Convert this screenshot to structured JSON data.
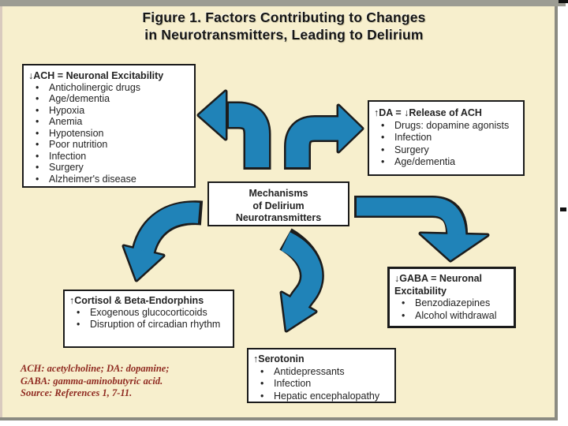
{
  "title": {
    "line1": "Figure 1. Factors Contributing to Changes",
    "line2": "in Neurotransmitters, Leading to Delirium"
  },
  "boxes": {
    "ach": {
      "header": "↓ACH = Neuronal Excitability",
      "items": [
        "Anticholinergic drugs",
        "Age/dementia",
        "Hypoxia",
        "Anemia",
        "Hypotension",
        "Poor nutrition",
        "Infection",
        "Surgery",
        "Alzheimer's disease"
      ]
    },
    "da": {
      "header": "↑DA = ↓Release of ACH",
      "items": [
        "Drugs: dopamine agonists",
        "Infection",
        "Surgery",
        "Age/dementia"
      ]
    },
    "center": {
      "line1": "Mechanisms",
      "line2": "of Delirium",
      "line3": "Neurotransmitters"
    },
    "cortisol": {
      "header": "↑Cortisol & Beta-Endorphins",
      "items": [
        "Exogenous glucocorticoids",
        "Disruption of circadian rhythm"
      ]
    },
    "gaba": {
      "header": "↓GABA = Neuronal Excitability",
      "items": [
        "Benzodiazepines",
        "Alcohol withdrawal"
      ]
    },
    "serotonin": {
      "header": "↑Serotonin",
      "items": [
        "Antidepressants",
        "Infection",
        "Hepatic encephalopathy"
      ]
    }
  },
  "footnote": {
    "lines": [
      "ACH: acetylcholine; DA: dopamine;",
      "GABA: gamma-aminobutyric acid.",
      "Source: References 1, 7-11."
    ]
  },
  "colors": {
    "arrow_blue": "#2083B8",
    "arrow_outline": "#1C1C1C",
    "panel_background": "#F7EFCD",
    "box_border": "#1A1A1A",
    "footnote_red": "#8F2A20",
    "frame_gray": "#9C9C93"
  }
}
